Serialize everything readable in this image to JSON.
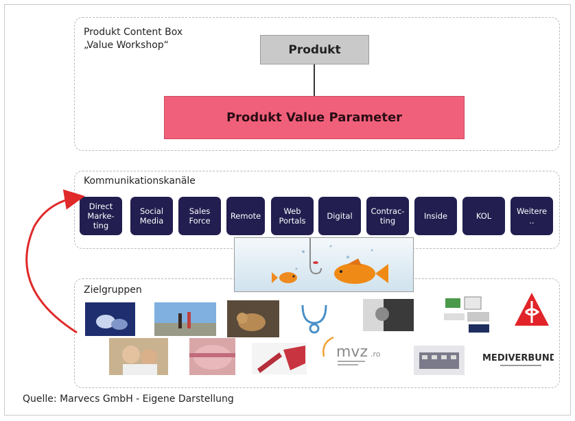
{
  "product_box": {
    "title": "Produkt Content Box",
    "subtitle": "„Value Workshop“",
    "product_label": "Produkt",
    "parameter_label": "Produkt Value Parameter"
  },
  "channels": {
    "title": "Kommunikationskanäle",
    "items": [
      "Direct\nMarke-\nting",
      "Social\nMedia",
      "Sales\nForce",
      "Remote",
      "Web\nPortals",
      "Digital",
      "Contrac-\nting",
      "Inside",
      "KOL",
      "Weitere\n.."
    ]
  },
  "targets": {
    "title": "Zielgruppen",
    "logo_texts": {
      "mvz": "mvz",
      "mvz_suffix": ".ro",
      "mediverbund": "MEDIVERBUND"
    }
  },
  "caption": "Quelle: Marvecs GmbH - Eigene Darstellung",
  "colors": {
    "channel_box": "#221e50",
    "parameter_box": "#f1607a",
    "product_box": "#c9c9c9",
    "arrow": "#e02a2a"
  }
}
